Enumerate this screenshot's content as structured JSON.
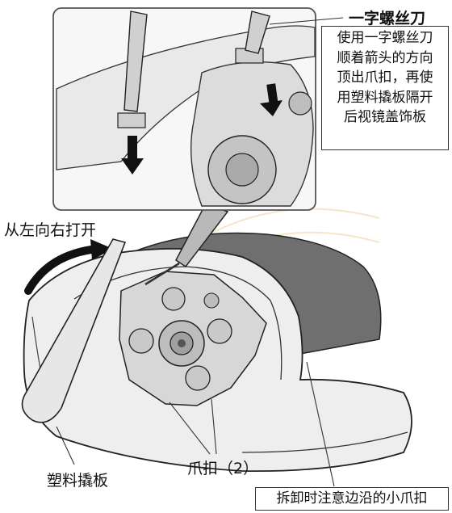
{
  "callout": {
    "tool_name": "一字螺丝刀",
    "instruction_lines": [
      "使用一字螺丝刀",
      "顺着箭头的方向",
      "顶出爪扣，再使",
      "用塑料撬板隔开",
      "后视镜盖饰板"
    ]
  },
  "labels": {
    "open_direction": "从左向右打开",
    "pry_tool": "塑料撬板",
    "clips": "爪扣（2）",
    "edge_note": "拆卸时注意边沿的小爪扣"
  },
  "colors": {
    "cover_dark": "#6f6f6f",
    "housing_light": "#efefef",
    "line": "#222222",
    "watermark": "#f0d7a8"
  },
  "icons": [
    "down-arrow-icon",
    "curved-arrow-icon"
  ]
}
